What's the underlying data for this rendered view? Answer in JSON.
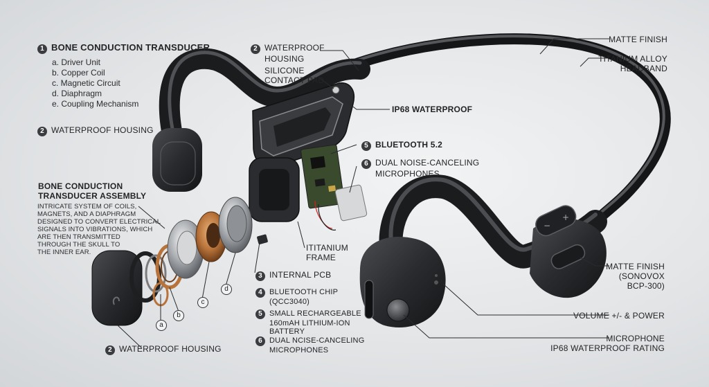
{
  "left": {
    "transducer_title": "BONE CONDUCTION TRANSDUCER",
    "transducer_num": "1",
    "parts": [
      "a. Driver Unit",
      "b. Copper Coil",
      "c. Magnetic Circuit",
      "d. Diaphragm",
      "e. Coupling Mechanism"
    ],
    "housing_num": "2",
    "housing_label": "WATERPROOF HOUSING",
    "assembly_title_1": "BONE CONDUCTION",
    "assembly_title_2": "TRANSDUCER ASSEMBLY",
    "assembly_desc": [
      "INTRICATE SYSTEM OF COILS,",
      "MAGNETS, AND A DIAPHRAGM",
      "DESIGNED TO CONVERT ELECTRICAL",
      "SIGNALS INTO VIBRATIONS, WHICH",
      "ARE THEN TRANSMITTED",
      "THROUGH THE SKULL TO",
      "THE INNER EAR."
    ],
    "bottom_housing_num": "2",
    "bottom_housing_label": "WATERPROOF HOUSING"
  },
  "top": {
    "housing_num": "2",
    "housing_l1": "WATERPROOF",
    "housing_l2": "HOUSING",
    "pad_l1": "SILICONE",
    "pad_l2": "CONTACT PAD",
    "ip68": "IP68 WATERPROOF"
  },
  "middle": {
    "bt_num": "5",
    "bt_label": "BLUETOOTH 5.2",
    "mic_num": "6",
    "mic_l1": "DUAL NOISE-CANCELING",
    "mic_l2": "MICROPHONES",
    "frame_l1": "ITITANIUM",
    "frame_l2": "FRAME",
    "pcb_num": "3",
    "pcb_label": "INTERNAL PCB",
    "chip_num": "4",
    "chip_l1": "BLUETOOTH CHIP",
    "chip_l2": "(QCC3040)",
    "batt_num": "5",
    "batt_l1": "SMALL RECHARGEABLE",
    "batt_l2": "160mAH LITHIUM-ION",
    "batt_l3": "BATTERY",
    "mic2_num": "6",
    "mic2_l1": "DUAL NCISE-CANCELING",
    "mic2_l2": "MICROPHONES"
  },
  "right": {
    "matte1": "MATTE FINISH",
    "ti_l1": "TITANIUM ALLOY",
    "ti_l2": "HEADBAND",
    "matte2_l1": "MATTE FINISH",
    "matte2_l2": "(SONOVOX",
    "matte2_l3": "BCP-300)",
    "volume": "VOLUME +/- & POWER",
    "mic_l1": "MICROPHONE",
    "mic_l2": "IP68 WATERPROOF RATING"
  },
  "letters": [
    "a",
    "b",
    "c",
    "d"
  ],
  "button_marks": {
    "minus": "−",
    "plus": "+"
  },
  "colors": {
    "body": "#2b2c2f",
    "body_dark": "#17181a",
    "copper": "#b8733a",
    "pcb": "#3a4a2c",
    "accent_line": "#c22",
    "bg": "#e5e7e9"
  }
}
